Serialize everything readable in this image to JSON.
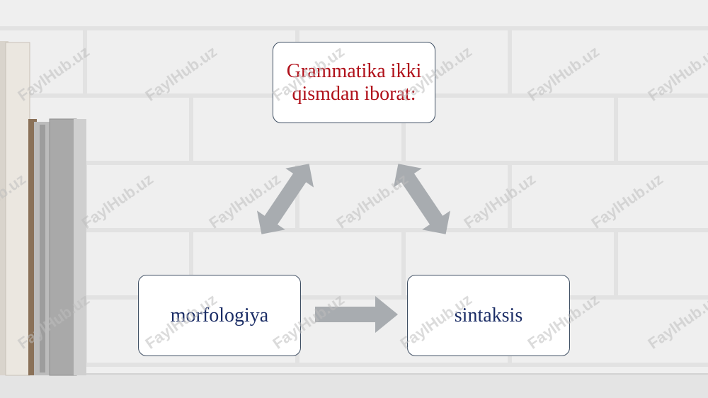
{
  "diagram": {
    "top_box": {
      "line1": "Grammatika ikki",
      "line2": "qismdan iborat:"
    },
    "left_box": {
      "label": "morfologiya"
    },
    "right_box": {
      "label": "sintaksis"
    }
  },
  "watermark": {
    "text": "FaylHub.uz"
  },
  "colors": {
    "top_text": "#b0101a",
    "bottom_text": "#1b2d66",
    "arrow": "#a8acb0",
    "box_border": "#3f4f63",
    "wall": "#eeeeee"
  },
  "icons": [
    "double-arrow-icon",
    "right-arrow-icon",
    "book-icon"
  ]
}
